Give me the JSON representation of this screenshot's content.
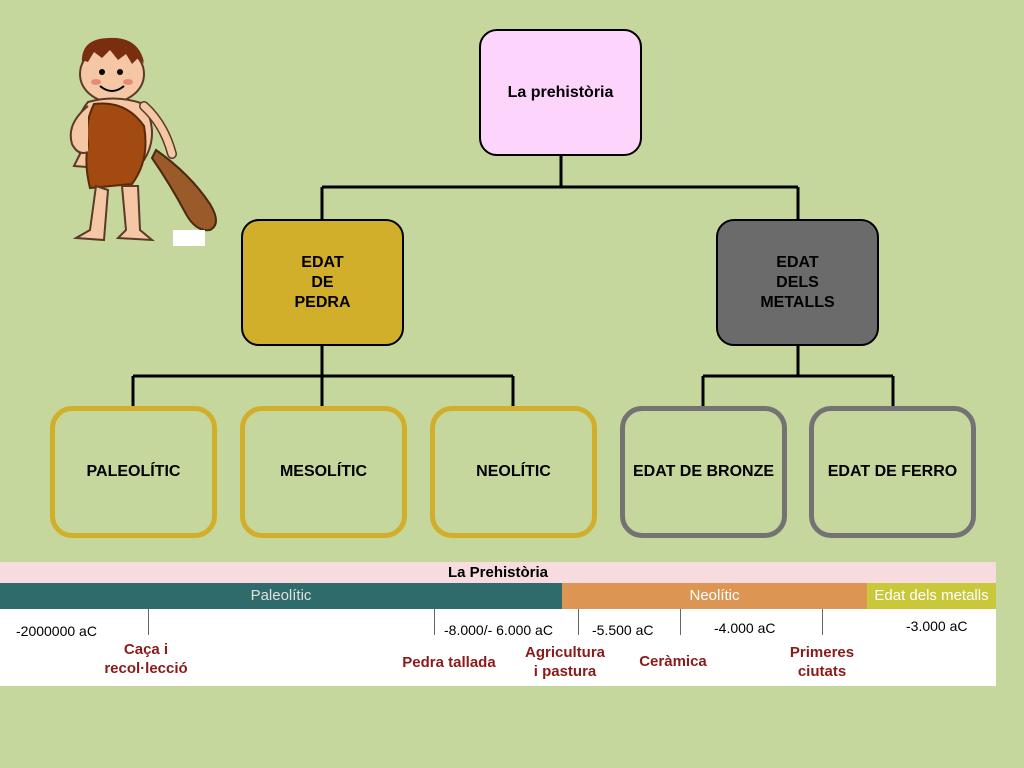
{
  "diagram": {
    "root": "La prehistòria",
    "pedra": "EDAT\nDE\nPEDRA",
    "metalls": "EDAT\nDELS\nMETALLS",
    "leaves": [
      "PALEOLÍTIC",
      "MESOLÍTIC",
      "NEOLÍTIC",
      "EDAT DE BRONZE",
      "EDAT DE FERRO"
    ]
  },
  "timeline": {
    "title": "La Prehistòria",
    "bands": [
      "Paleolític",
      "Neolític",
      "Edat dels metalls"
    ],
    "dates": [
      "-2000000 aC",
      "-8.000/- 6.000 aC",
      "-5.500 aC",
      "-4.000 aC",
      "-3.000 aC"
    ],
    "events": [
      "Caça i\nrecol·lecció",
      "Pedra tallada",
      "Agricultura\ni pastura",
      "Ceràmica",
      "Primeres\nciutats"
    ]
  },
  "colors": {
    "background": "#c5d79d",
    "root": "#fcd4fc",
    "pedra": "#d1af2a",
    "metalls": "#6b6b6b"
  },
  "icons": [
    "caveman-illustration"
  ]
}
